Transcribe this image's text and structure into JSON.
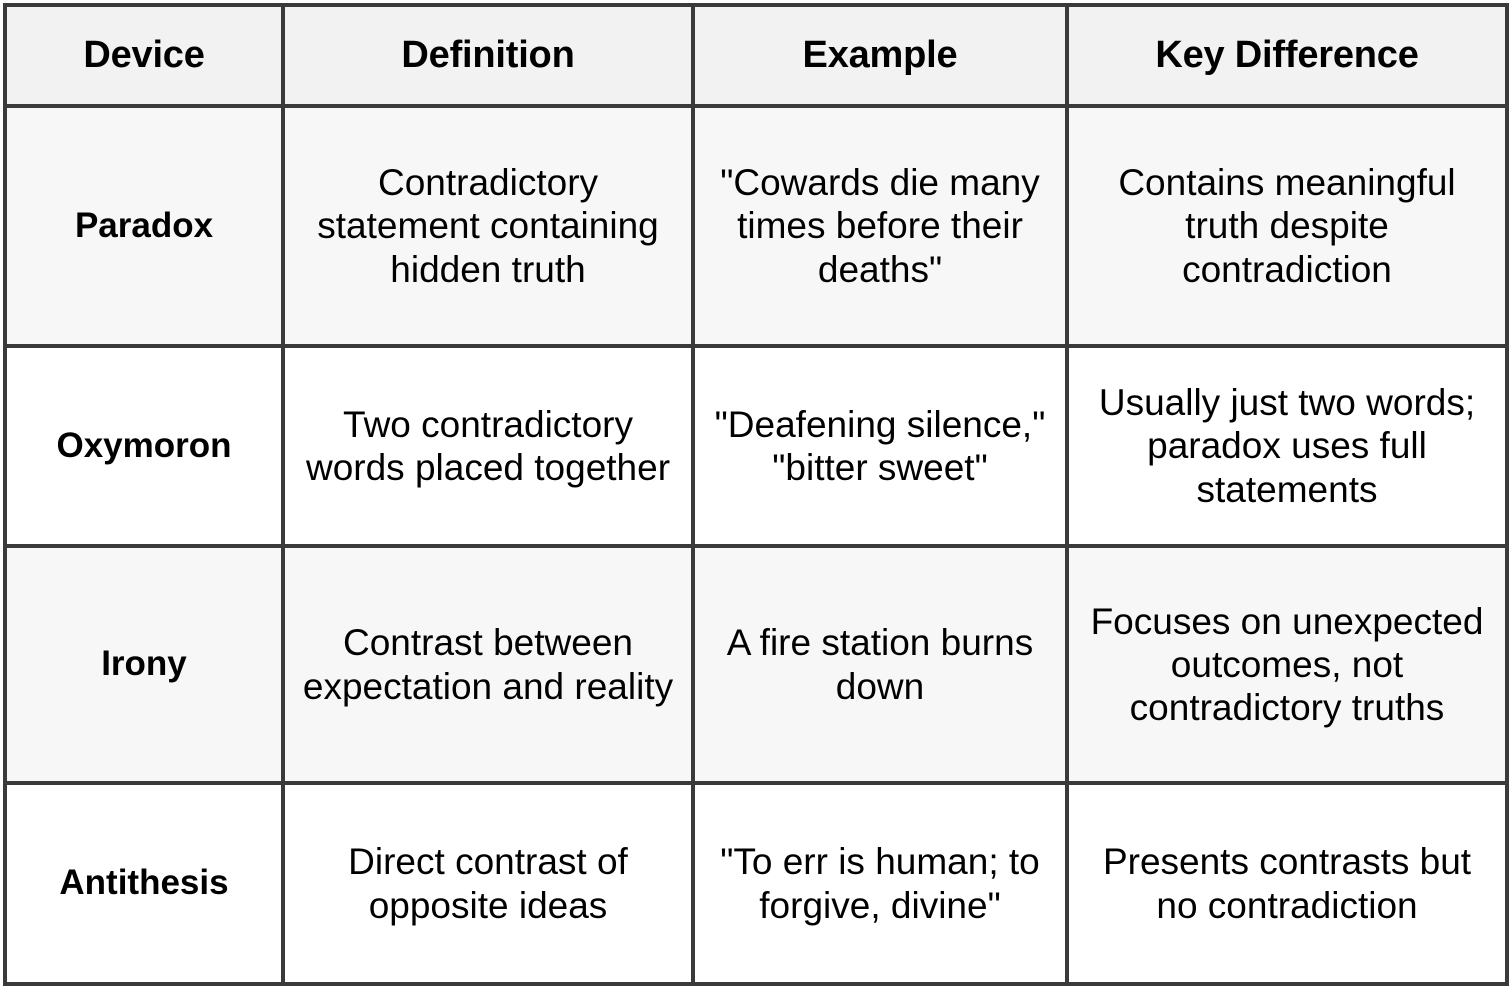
{
  "table": {
    "headers": [
      {
        "label": "Device"
      },
      {
        "label": "Definition"
      },
      {
        "label": "Example"
      },
      {
        "label": "Key Difference"
      }
    ],
    "rows": [
      {
        "device": "Paradox",
        "definition": "Contradictory statement containing hidden truth",
        "example": "\"Cowards die many times before their deaths\"",
        "key_difference": "Contains meaningful truth despite contradiction"
      },
      {
        "device": "Oxymoron",
        "definition": "Two contradictory words placed together",
        "example": "\"Deafening silence,\" \"bitter sweet\"",
        "key_difference": "Usually just two words; paradox uses full statements"
      },
      {
        "device": "Irony",
        "definition": "Contrast between expectation and reality",
        "example": "A fire station burns down",
        "key_difference": "Focuses on unexpected outcomes, not contradictory truths"
      },
      {
        "device": "Antithesis",
        "definition": "Direct contrast of opposite ideas",
        "example": "\"To err is human; to forgive, divine\"",
        "key_difference": "Presents contrasts but no contradiction"
      }
    ],
    "colors": {
      "border": "#3a3a3a",
      "header_background": "#f2f2f2",
      "row_background_odd": "#f7f7f7",
      "row_background_even": "#ffffff",
      "text": "#000000"
    }
  }
}
